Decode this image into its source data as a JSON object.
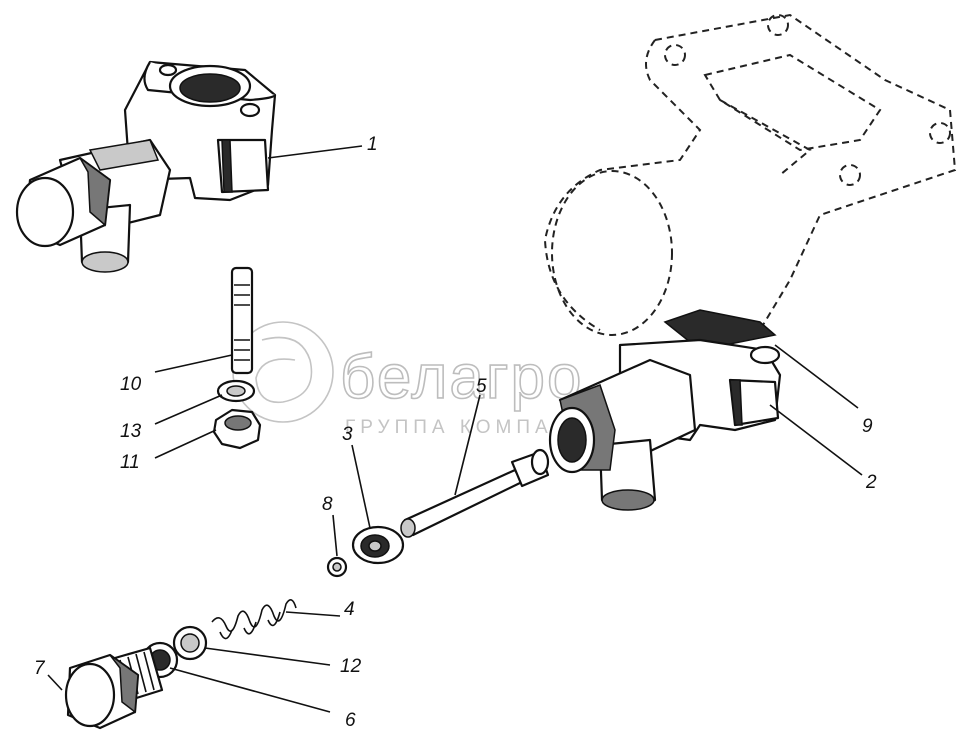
{
  "diagram": {
    "callouts": [
      {
        "id": "c1",
        "label": "1"
      },
      {
        "id": "c2",
        "label": "2"
      },
      {
        "id": "c3",
        "label": "3"
      },
      {
        "id": "c4",
        "label": "4"
      },
      {
        "id": "c5",
        "label": "5"
      },
      {
        "id": "c6",
        "label": "6"
      },
      {
        "id": "c7",
        "label": "7"
      },
      {
        "id": "c8",
        "label": "8"
      },
      {
        "id": "c9",
        "label": "9"
      },
      {
        "id": "c10",
        "label": "10"
      },
      {
        "id": "c11",
        "label": "11"
      },
      {
        "id": "c12",
        "label": "12"
      },
      {
        "id": "c13",
        "label": "13"
      }
    ]
  },
  "watermark": {
    "brand": "белагро",
    "subtitle": "ГРУППА КОМПАНИЙ"
  },
  "colors": {
    "ink": "#111111",
    "watermark": "#c4c4c4",
    "background": "#ffffff"
  }
}
